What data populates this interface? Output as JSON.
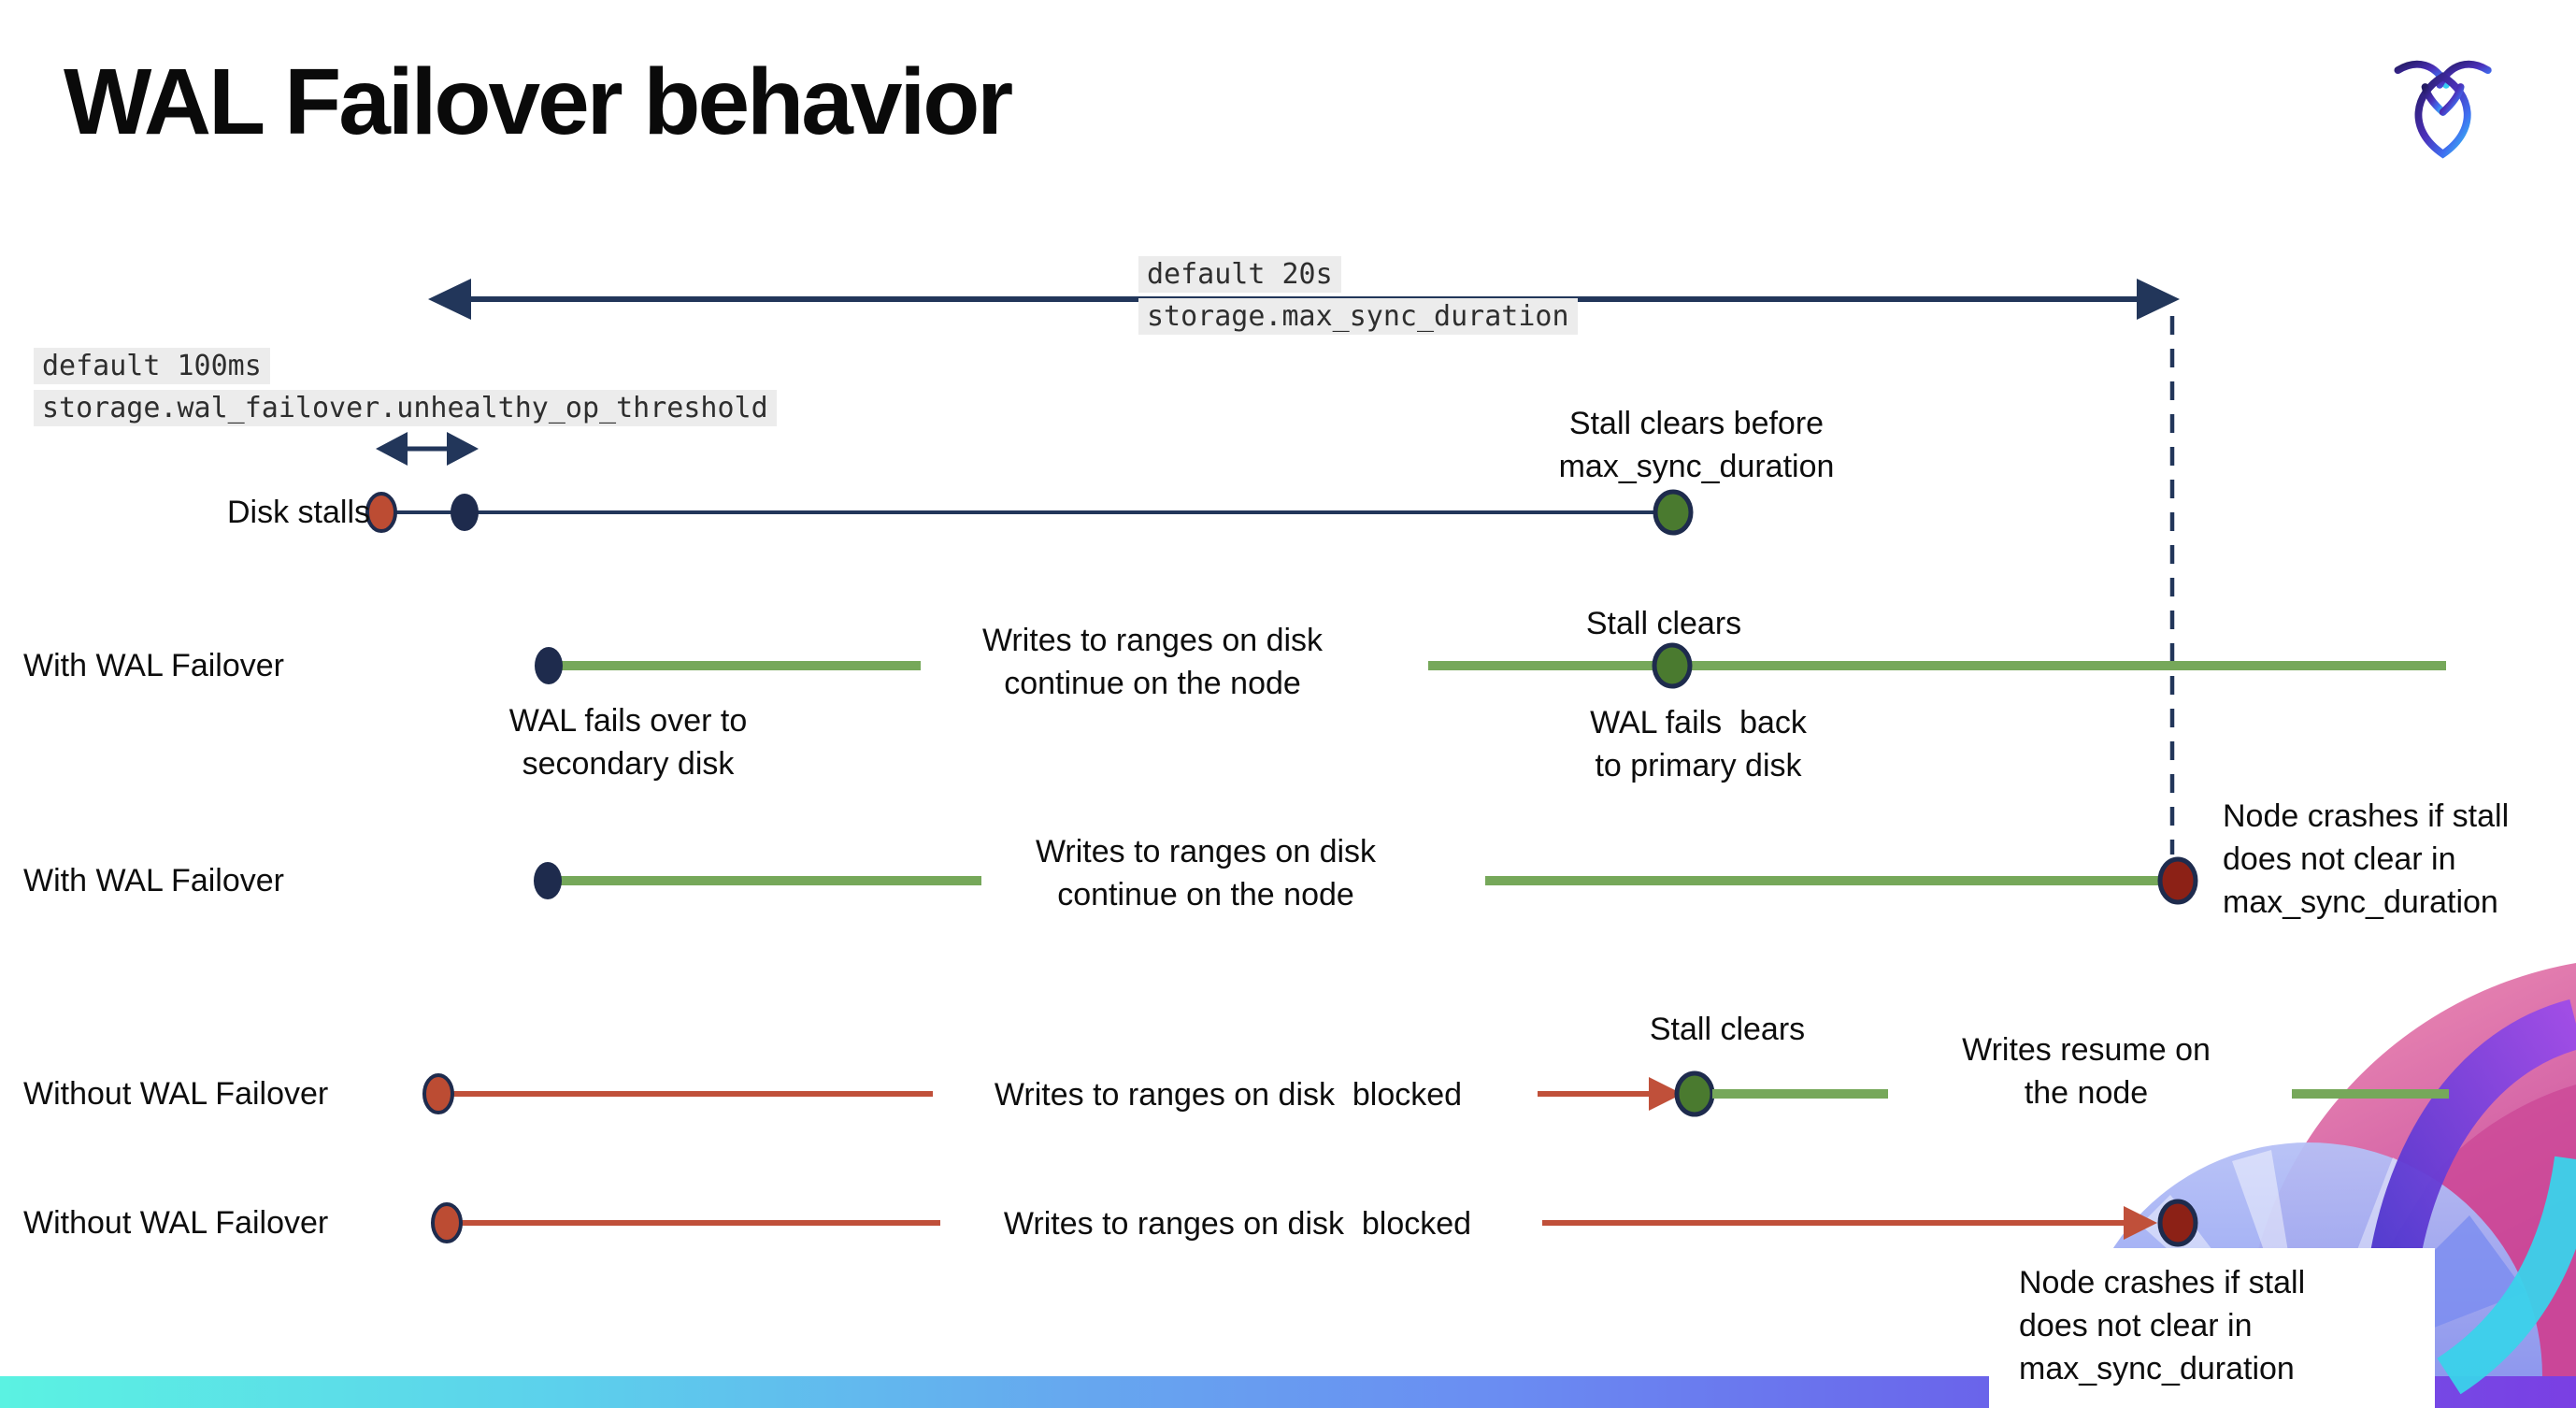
{
  "slide": {
    "title": "WAL Failover behavior"
  },
  "logo": "cockroachdb-logo",
  "settings": {
    "max_sync_default": "default 20s",
    "max_sync_name": "storage.max_sync_duration",
    "unhealthy_default": "default 100ms",
    "unhealthy_name": "storage.wal_failover.unhealthy_op_threshold"
  },
  "rows": {
    "disk_stalls": {
      "label": "Disk stalls",
      "stall_clears_note": "Stall clears before\nmax_sync_duration"
    },
    "with_wal_failover_1": {
      "label": "With WAL Failover",
      "failover_note": "WAL fails over to\nsecondary disk",
      "writes_note": "Writes to ranges on disk\ncontinue on the node",
      "stall_clears_note": "Stall clears",
      "failback_note": "WAL fails  back\nto primary disk"
    },
    "with_wal_failover_2": {
      "label": "With WAL Failover",
      "writes_note": "Writes to ranges on disk\ncontinue on the node",
      "crash_note": "Node crashes if stall\ndoes not clear in\nmax_sync_duration"
    },
    "without_wal_failover_1": {
      "label": "Without WAL Failover",
      "blocked_note": "Writes to ranges on disk  blocked",
      "stall_clears_note": "Stall clears",
      "resume_note": "Writes resume on\nthe node"
    },
    "without_wal_failover_2": {
      "label": "Without WAL Failover",
      "blocked_note": "Writes to ranges on disk  blocked",
      "crash_note": "Node crashes if stall\ndoes not clear in\nmax_sync_duration"
    }
  },
  "colors": {
    "line_navy": "#22365a",
    "line_green": "#76a85a",
    "line_red": "#c0503a",
    "dot_navy": "#1e2b4d",
    "dot_red": "#bc4c33",
    "dot_green": "#4a7a2f",
    "dot_dark_red": "#8c2116",
    "code_background": "#ececec",
    "footer_gradient_start": "#5bf2e2",
    "footer_gradient_end": "#7a3fe3"
  }
}
